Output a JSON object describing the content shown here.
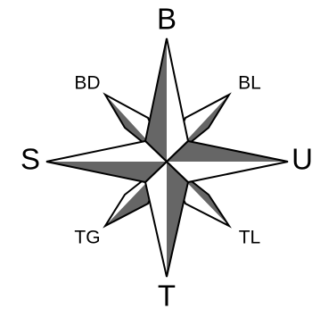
{
  "compass": {
    "north_label": "B",
    "south_label": "T",
    "west_label": "S",
    "east_label": "U",
    "northwest_label": "BD",
    "northeast_label": "BL",
    "southwest_label": "TG",
    "southeast_label": "TL",
    "shade_color": "#666666",
    "light_color": "#ffffff",
    "line_color": "#000000"
  }
}
